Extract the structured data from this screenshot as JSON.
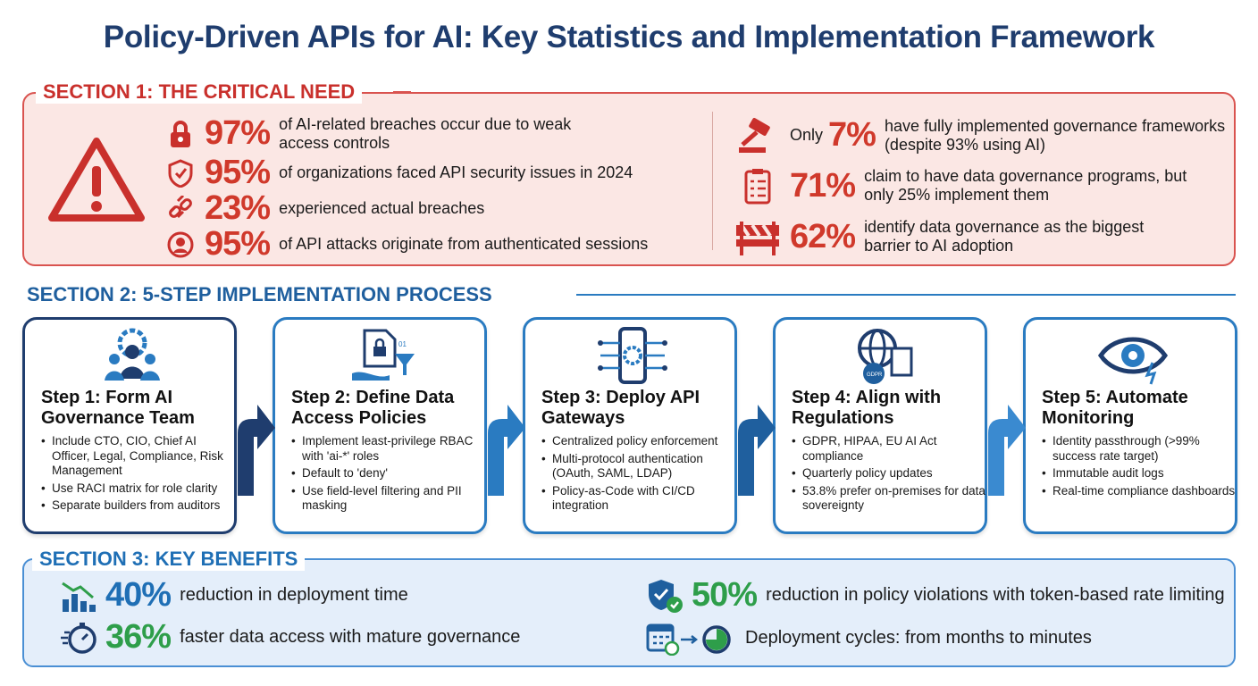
{
  "title": "Policy-Driven APIs for AI: Key Statistics and Implementation Framework",
  "section1": {
    "label": "SECTION 1: THE CRITICAL NEED",
    "left": [
      {
        "icon": "lock-icon",
        "pct": "97%",
        "text": "of AI-related breaches occur due to weak access controls"
      },
      {
        "icon": "shield-icon",
        "pct": "95%",
        "text": "of organizations faced API security issues in 2024"
      },
      {
        "icon": "broken-link-icon",
        "pct": "23%",
        "text": "experienced actual breaches"
      },
      {
        "icon": "user-icon",
        "pct": "95%",
        "text": "of API attacks originate from authenticated sessions"
      }
    ],
    "right": [
      {
        "icon": "gavel-icon",
        "prefix": "Only",
        "pct": "7%",
        "text": "have fully implemented governance frameworks (despite 93% using AI)"
      },
      {
        "icon": "checklist-icon",
        "pct": "71%",
        "text": "claim to have data governance programs, but only 25% implement them"
      },
      {
        "icon": "barrier-icon",
        "pct": "62%",
        "text": "identify data governance as the biggest barrier to AI adoption"
      }
    ]
  },
  "section2": {
    "label": "SECTION 2: 5-STEP IMPLEMENTATION PROCESS",
    "steps": [
      {
        "title": "Step 1: Form AI Governance Team",
        "bullets": [
          "Include CTO, CIO, Chief AI Officer, Legal, Compliance, Risk Management",
          "Use RACI matrix for role clarity",
          "Separate builders from auditors"
        ]
      },
      {
        "title": "Step 2: Define Data Access Policies",
        "bullets": [
          "Implement least-privilege RBAC with 'ai-*' roles",
          "Default to 'deny'",
          "Use field-level filtering and PII masking"
        ]
      },
      {
        "title": "Step 3: Deploy API Gateways",
        "bullets": [
          "Centralized policy enforcement",
          "Multi-protocol authentication (OAuth, SAML, LDAP)",
          "Policy-as-Code with CI/CD integration"
        ]
      },
      {
        "title": "Step 4: Align with Regulations",
        "bullets": [
          "GDPR, HIPAA, EU AI Act compliance",
          "Quarterly policy updates",
          "53.8% prefer on-premises for data sovereignty"
        ]
      },
      {
        "title": "Step 5: Automate Monitoring",
        "bullets": [
          "Identity passthrough (>99% success rate target)",
          "Immutable audit logs",
          "Real-time compliance dashboards"
        ]
      }
    ]
  },
  "section3": {
    "label": "SECTION 3: KEY BENEFITS",
    "benefits": [
      {
        "pct": "40%",
        "text": "reduction in deployment time"
      },
      {
        "pct": "36%",
        "text": "faster data access with mature governance"
      },
      {
        "pct": "50%",
        "text": "reduction in policy violations with token-based rate limiting"
      },
      {
        "text": "Deployment cycles: from months to minutes"
      }
    ]
  },
  "colors": {
    "red": "#d0392b",
    "navy": "#1f3d6e",
    "blue": "#1f6fb5",
    "green": "#2e9e4a"
  }
}
